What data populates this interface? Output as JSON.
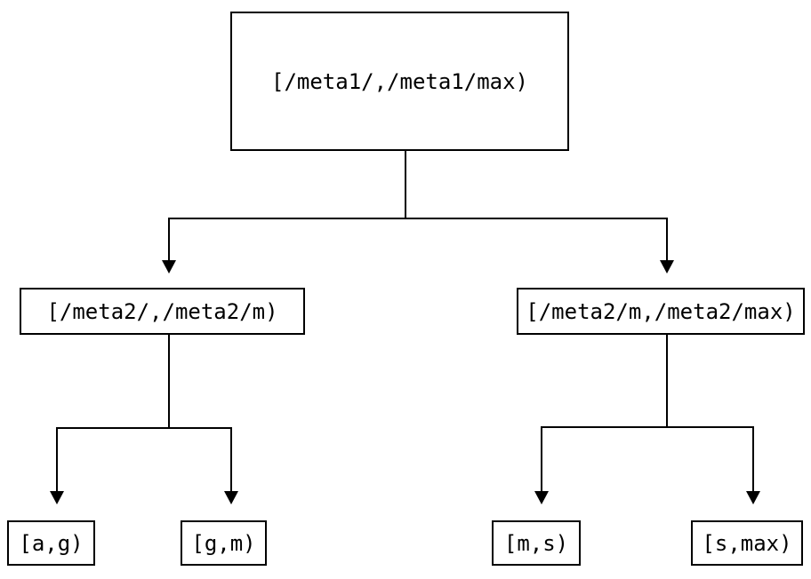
{
  "diagram": {
    "type": "tree",
    "background": "#ffffff",
    "colors": {
      "line": "#000000",
      "node_border": "#000000",
      "node_background": "#ffffff",
      "text": "#000000"
    },
    "nodes": {
      "root": {
        "label": "[/meta1/,/meta1/max)"
      },
      "left": {
        "label": "[/meta2/,/meta2/m)"
      },
      "right": {
        "label": "[/meta2/m,/meta2/max)"
      },
      "leaf_ag": {
        "label": "[a,g)"
      },
      "leaf_gm": {
        "label": "[g,m)"
      },
      "leaf_ms": {
        "label": "[m,s)"
      },
      "leaf_smax": {
        "label": "[s,max)"
      }
    },
    "edges": [
      {
        "from": "root",
        "to": "left"
      },
      {
        "from": "root",
        "to": "right"
      },
      {
        "from": "left",
        "to": "leaf_ag"
      },
      {
        "from": "left",
        "to": "leaf_gm"
      },
      {
        "from": "right",
        "to": "leaf_ms"
      },
      {
        "from": "right",
        "to": "leaf_smax"
      }
    ]
  }
}
